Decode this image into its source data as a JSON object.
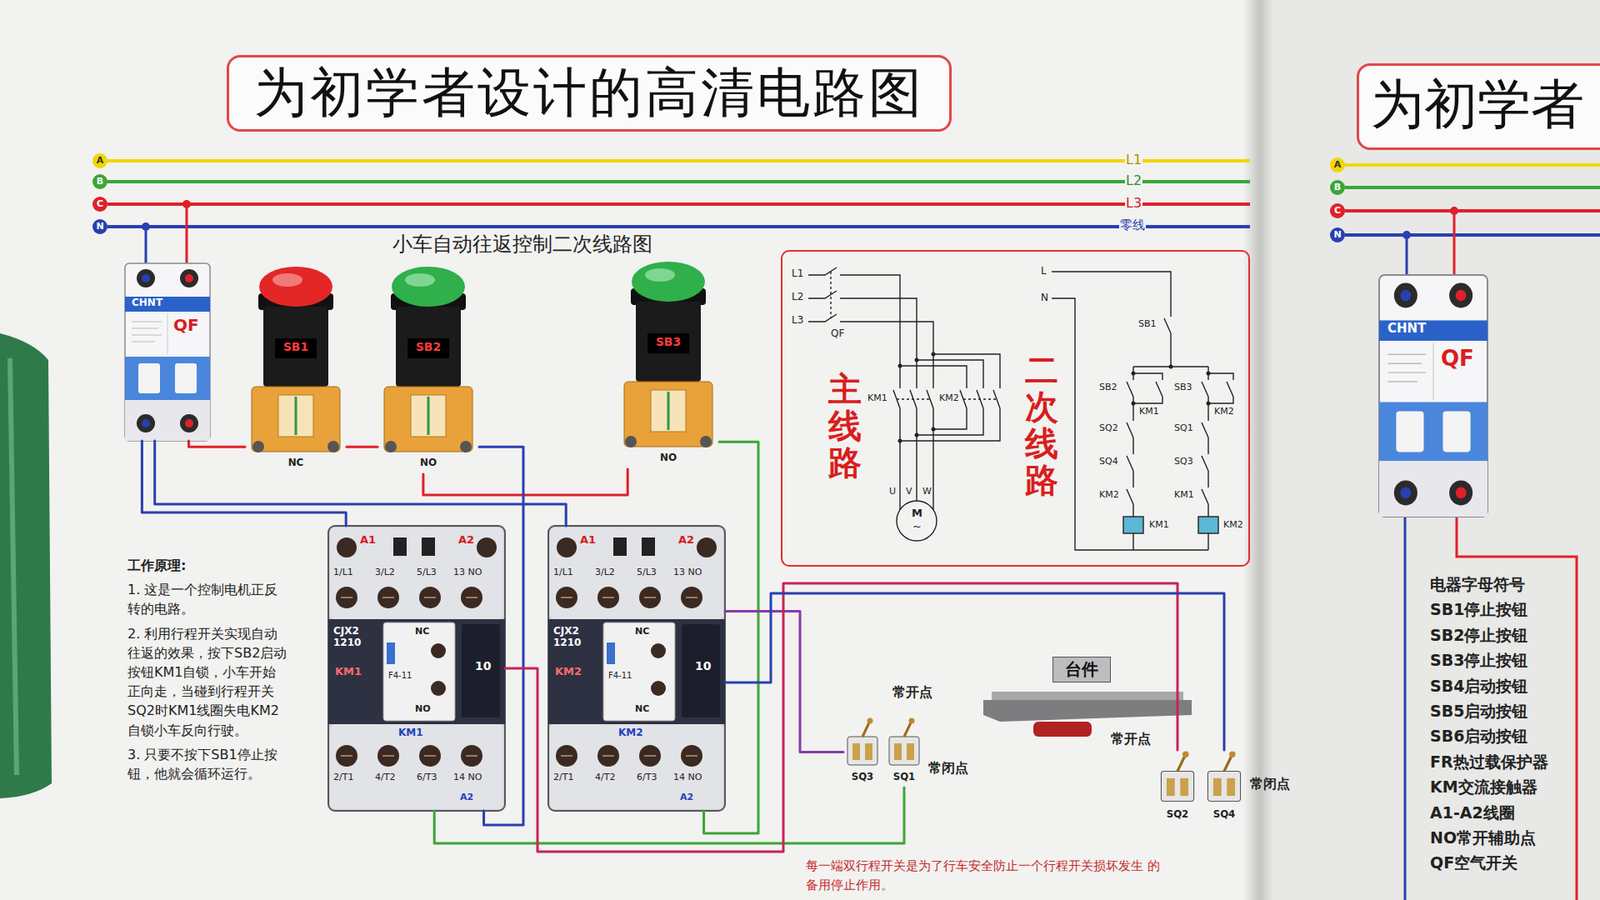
{
  "diagram": {
    "title": "为初学者设计的高清电路图",
    "nodes": [
      {
        "text": [
          "CHNT",
          "QF"
        ]
      },
      {
        "text": [
          "SB1",
          "NC"
        ]
      },
      {
        "text": [
          "SB2",
          "NO"
        ]
      },
      {
        "text": [
          "SB3",
          "NO"
        ]
      },
      {
        "text": [
          "A1",
          "A2",
          "1/L1",
          "3/L2",
          "5/L3",
          "13 NO",
          "CJX2 1210",
          "KM1",
          "NC",
          "F4-11",
          "NO",
          "10",
          "KM1",
          "2/T1",
          "4/T2",
          "6/T3",
          "14 NO",
          "A2"
        ]
      },
      {
        "text": [
          "A1",
          "A2",
          "1/L1",
          "3/L2",
          "5/L3",
          "13 NO",
          "CJX2 1210",
          "KM2",
          "NC",
          "F4-11",
          "NC",
          "10",
          "KM2",
          "2/T1",
          "4/T2",
          "6/T3",
          "14 NO",
          "A2"
        ]
      },
      {
        "text": [
          "主线路",
          "二次线路"
        ]
      },
      {
        "text": [
          "SQ3"
        ]
      },
      {
        "text": [
          "SQ1"
        ]
      },
      {
        "text": [
          "台件"
        ]
      },
      {
        "text": [
          "SQ2"
        ]
      },
      {
        "text": [
          "SQ4"
        ]
      },
      {
        "text": [
          "为初学者"
        ]
      },
      {
        "text": [
          "CHNT",
          "QF"
        ]
      }
    ],
    "edges": [
      {
        "from": 0,
        "to": 1,
        "arrow": "none"
      },
      {
        "from": 1,
        "to": 2,
        "arrow": "none"
      },
      {
        "from": 2,
        "to": 3,
        "arrow": "none"
      },
      {
        "from": 2,
        "to": 4,
        "arrow": "none"
      },
      {
        "from": 3,
        "to": 5,
        "arrow": "none"
      },
      {
        "from": 0,
        "to": 4,
        "arrow": "none"
      },
      {
        "from": 0,
        "to": 5,
        "arrow": "none"
      },
      {
        "from": 4,
        "to": 8,
        "arrow": "none"
      },
      {
        "from": 5,
        "to": 7,
        "arrow": "none"
      },
      {
        "from": 4,
        "to": 10,
        "arrow": "none"
      },
      {
        "from": 5,
        "to": 11,
        "arrow": "none"
      }
    ],
    "labels": [
      "A",
      "B",
      "C",
      "N",
      "L1",
      "L2",
      "L3",
      "零线",
      "小车自动往返控制二次线路图",
      "工作原理:",
      "1. 这是一个控制电机正反转的电路。",
      "2. 利用行程开关实现自动往返的效果，按下SB2启动按钮KM1自锁，小车开始正向走，当碰到行程开关SQ2时KM1线圈失电KM2自锁小车反向行驶。",
      "3. 只要不按下SB1停止按钮，他就会循环运行。",
      "L1",
      "L2",
      "L3",
      "QF",
      "KM1",
      "KM2",
      "U",
      "V",
      "W",
      "M",
      "~",
      "L",
      "N",
      "SB1",
      "SB2",
      "SB3",
      "KM1",
      "KM2",
      "SQ2",
      "SQ1",
      "SQ4",
      "SQ3",
      "KM2",
      "KM1",
      "KM1",
      "KM2",
      "常开点",
      "常闭点",
      "常开点",
      "常闭点",
      "每一端双行程开关是为了行车安全防止一个行程开关损坏发生 的备用停止作用。",
      "A",
      "B",
      "C",
      "N",
      "电器字母符号",
      "SB1停止按钮",
      "SB2停止按钮",
      "SB3停止按钮",
      "SB4启动按钮",
      "SB5启动按钮",
      "SB6启动按钮",
      "FR热过载保护器",
      "KM交流接触器",
      "A1-A2线圈",
      "NO常开辅助点",
      "QF空气开关"
    ]
  }
}
